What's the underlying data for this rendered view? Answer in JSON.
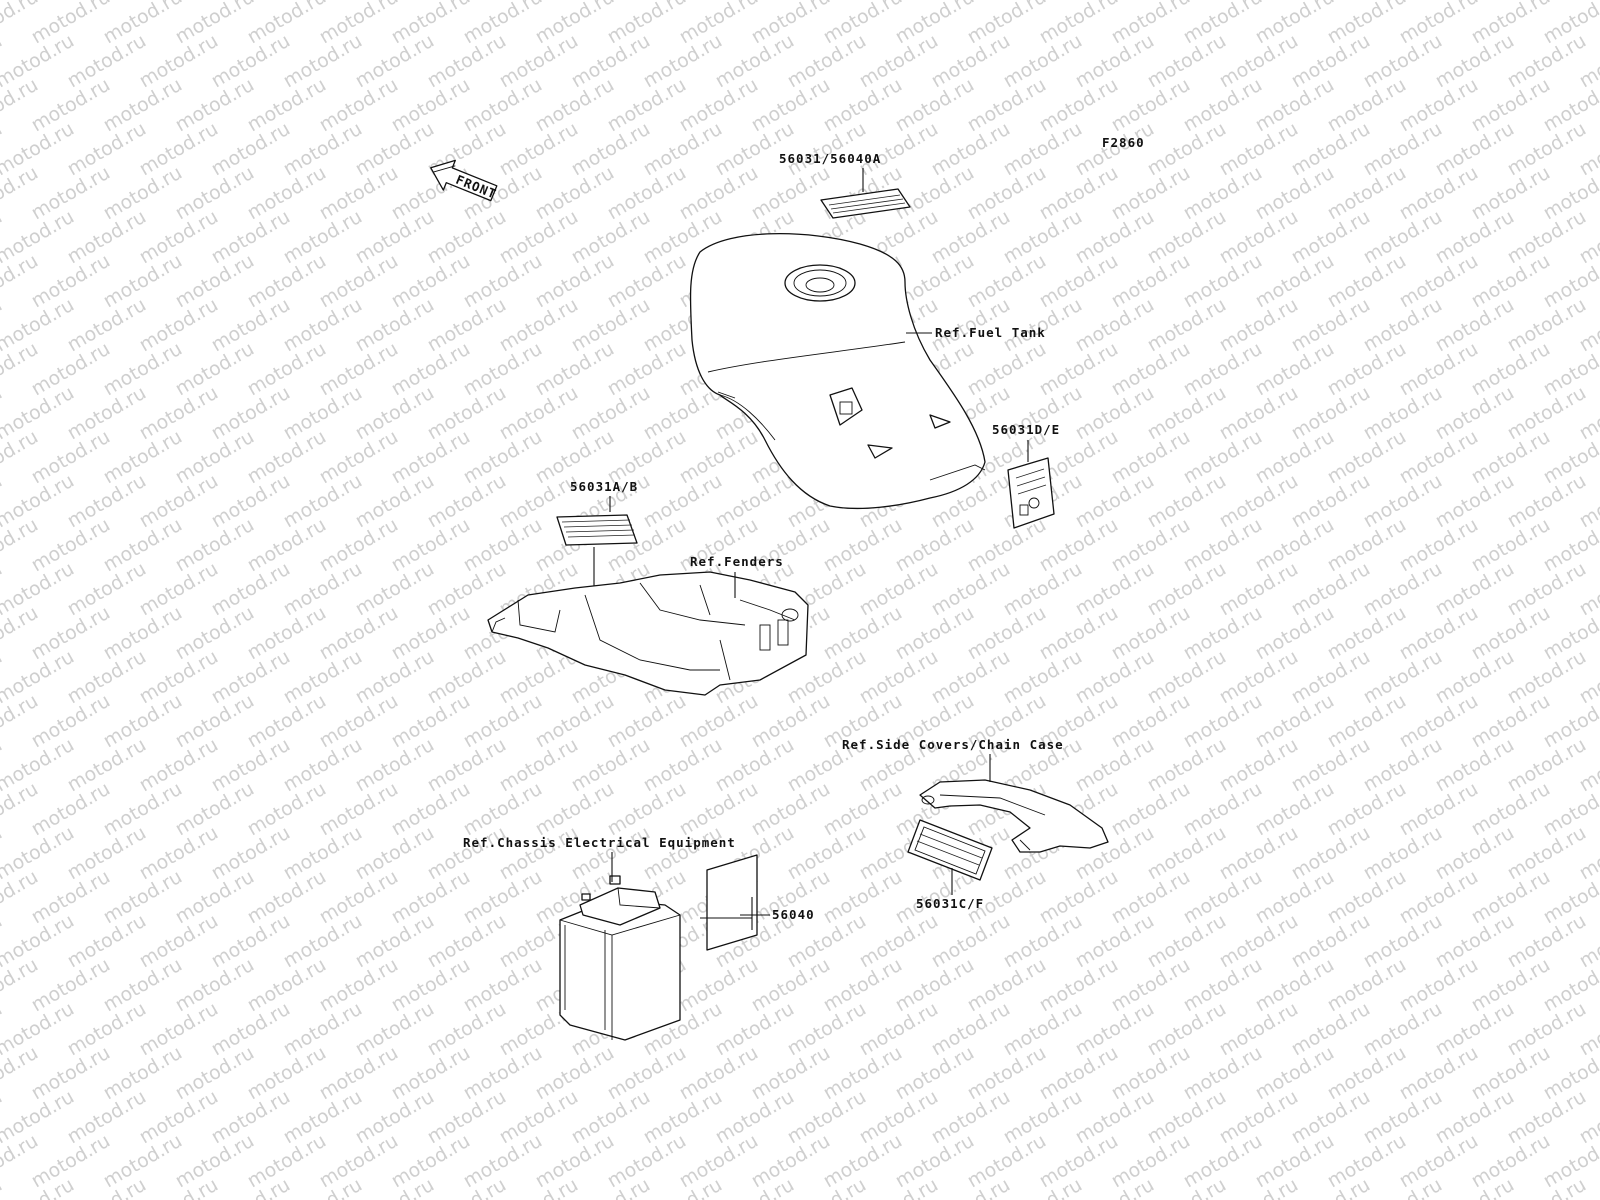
{
  "watermark": "motod.ru",
  "figure_code": "F2860",
  "front_arrow": "FRONT",
  "labels": {
    "tank_decal": "56031/56040A",
    "fuel_tank_ref": "Ref.Fuel Tank",
    "tank_side_decal": "56031D/E",
    "fender_decal": "56031A/B",
    "fenders_ref": "Ref.Fenders",
    "side_covers_ref": "Ref.Side Covers/Chain Case",
    "chassis_elec_ref": "Ref.Chassis Electrical Equipment",
    "battery_decal": "56040",
    "chain_case_decal": "56031C/F"
  },
  "colors": {
    "line": "#111111",
    "watermark": "#cfcfcf",
    "background": "#ffffff"
  }
}
